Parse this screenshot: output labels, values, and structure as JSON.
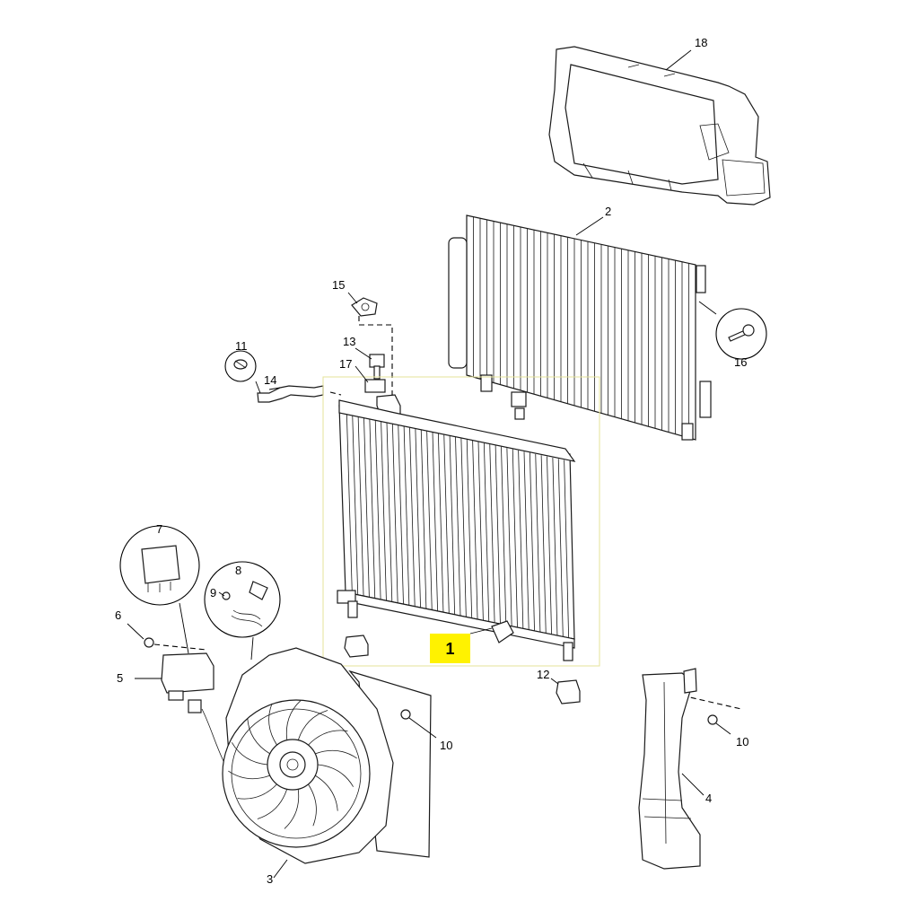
{
  "diagram": {
    "highlight_color": "#fff200",
    "frame_color": "#e6e39a",
    "callouts": {
      "c1": "1",
      "c2": "2",
      "c3": "3",
      "c4": "4",
      "c5": "5",
      "c6": "6",
      "c7": "7",
      "c8": "8",
      "c9": "9",
      "c10a": "10",
      "c10b": "10",
      "c11": "11",
      "c12": "12",
      "c13": "13",
      "c14": "14",
      "c15": "15",
      "c16": "16",
      "c17": "17",
      "c18": "18"
    }
  }
}
